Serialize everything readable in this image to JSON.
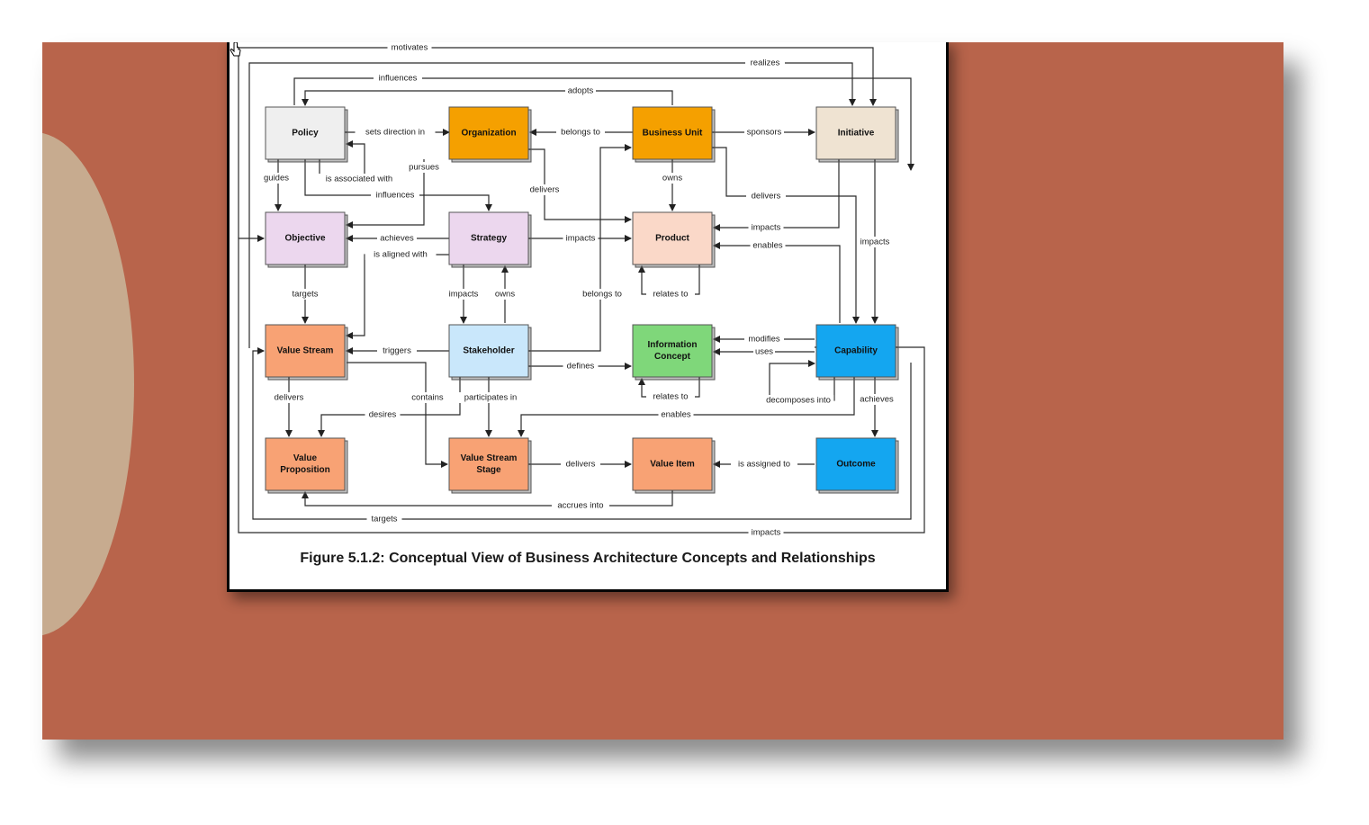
{
  "caption": "Figure 5.1.2: Conceptual View of Business Architecture Concepts and Relationships",
  "colors": {
    "slide_background": "#b8644b",
    "blob": "#c7ab8f",
    "policy": "#efefef",
    "organization": "#f5a000",
    "business_unit": "#f5a000",
    "initiative": "#efe3d2",
    "objective": "#ecd7ee",
    "strategy": "#ecd7ee",
    "product": "#fad8c8",
    "value_stream": "#f8a274",
    "stakeholder": "#c9e7fb",
    "information_concept": "#7fd77a",
    "capability": "#14a6f0",
    "outcome": "#14a6f0"
  },
  "nodes": [
    {
      "id": "policy",
      "label": "Policy",
      "color": "#efefef"
    },
    {
      "id": "organization",
      "label": "Organization",
      "color": "#f5a000"
    },
    {
      "id": "business_unit",
      "label": "Business Unit",
      "color": "#f5a000"
    },
    {
      "id": "initiative",
      "label": "Initiative",
      "color": "#efe3d2"
    },
    {
      "id": "objective",
      "label": "Objective",
      "color": "#ecd7ee"
    },
    {
      "id": "strategy",
      "label": "Strategy",
      "color": "#ecd7ee"
    },
    {
      "id": "product",
      "label": "Product",
      "color": "#fad8c8"
    },
    {
      "id": "value_stream",
      "label": "Value Stream",
      "color": "#f8a274"
    },
    {
      "id": "stakeholder",
      "label": "Stakeholder",
      "color": "#c9e7fb"
    },
    {
      "id": "information_concept",
      "label": "Information Concept",
      "color": "#7fd77a"
    },
    {
      "id": "capability",
      "label": "Capability",
      "color": "#14a6f0"
    },
    {
      "id": "value_proposition",
      "label": "Value Proposition",
      "color": "#f8a274"
    },
    {
      "id": "value_stream_stage",
      "label": "Value Stream Stage",
      "color": "#f8a274"
    },
    {
      "id": "value_item",
      "label": "Value Item",
      "color": "#f8a274"
    },
    {
      "id": "outcome",
      "label": "Outcome",
      "color": "#14a6f0"
    }
  ],
  "edges": [
    {
      "id": "motivates",
      "label": "motivates"
    },
    {
      "id": "realizes",
      "label": "realizes"
    },
    {
      "id": "influences_top",
      "label": "influences"
    },
    {
      "id": "adopts",
      "label": "adopts"
    },
    {
      "id": "sets_direction_in",
      "label": "sets direction in"
    },
    {
      "id": "belongs_to_bu",
      "label": "belongs to"
    },
    {
      "id": "sponsors",
      "label": "sponsors"
    },
    {
      "id": "guides",
      "label": "guides"
    },
    {
      "id": "is_associated_with",
      "label": "is associated with"
    },
    {
      "id": "pursues",
      "label": "pursues"
    },
    {
      "id": "influences_mid",
      "label": "influences"
    },
    {
      "id": "delivers_org",
      "label": "delivers"
    },
    {
      "id": "owns_product",
      "label": "owns"
    },
    {
      "id": "delivers_init",
      "label": "delivers"
    },
    {
      "id": "impacts_product",
      "label": "impacts"
    },
    {
      "id": "enables_product",
      "label": "enables"
    },
    {
      "id": "impacts_init_cap",
      "label": "impacts"
    },
    {
      "id": "achieves_obj",
      "label": "achieves"
    },
    {
      "id": "impacts_strategy",
      "label": "impacts"
    },
    {
      "id": "is_aligned_with",
      "label": "is aligned with"
    },
    {
      "id": "targets_vs",
      "label": "targets"
    },
    {
      "id": "impacts_sh",
      "label": "impacts"
    },
    {
      "id": "owns_sh",
      "label": "owns"
    },
    {
      "id": "belongs_to_sh",
      "label": "belongs to"
    },
    {
      "id": "relates_to_product",
      "label": "relates to"
    },
    {
      "id": "modifies",
      "label": "modifies"
    },
    {
      "id": "uses",
      "label": "uses"
    },
    {
      "id": "triggers",
      "label": "triggers"
    },
    {
      "id": "defines",
      "label": "defines"
    },
    {
      "id": "relates_to_info",
      "label": "relates to"
    },
    {
      "id": "decomposes_into",
      "label": "decomposes into"
    },
    {
      "id": "achieves_outcome",
      "label": "achieves"
    },
    {
      "id": "delivers_vs",
      "label": "delivers"
    },
    {
      "id": "contains",
      "label": "contains"
    },
    {
      "id": "participates_in",
      "label": "participates in"
    },
    {
      "id": "desires",
      "label": "desires"
    },
    {
      "id": "enables_vss",
      "label": "enables"
    },
    {
      "id": "delivers_vss",
      "label": "delivers"
    },
    {
      "id": "is_assigned_to",
      "label": "is assigned to"
    },
    {
      "id": "accrues_into",
      "label": "accrues into"
    },
    {
      "id": "targets_bottom",
      "label": "targets"
    },
    {
      "id": "impacts_bottom",
      "label": "impacts"
    }
  ]
}
